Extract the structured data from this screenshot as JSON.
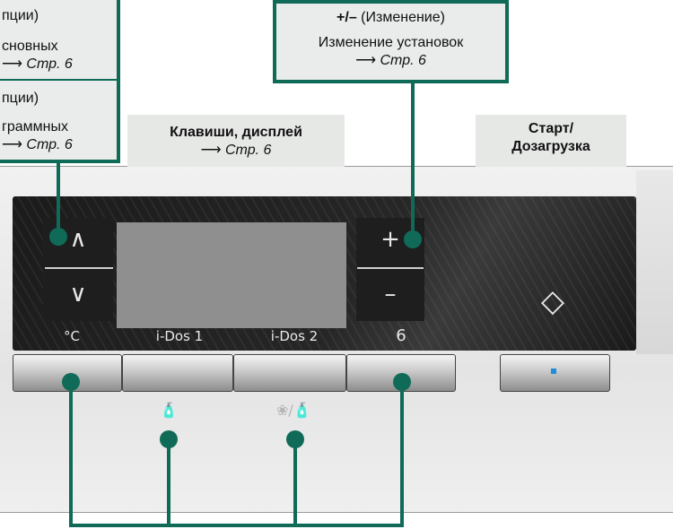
{
  "callout_left": {
    "line1": "пции)",
    "line2": "сновных",
    "line3_arrow": "⟶ ",
    "line3_ref": "Стр. 6",
    "line4": "пции)",
    "line5": "граммных",
    "line6_arrow": "⟶ ",
    "line6_ref": "Стр. 6"
  },
  "callout_right": {
    "title_bold": "+/–",
    "title_rest": " (Изменение)",
    "line2": "Изменение установок",
    "line3_arrow": "⟶ ",
    "line3_ref": "Стр. 6"
  },
  "label_keys": {
    "title": "Клавиши, дисплей",
    "arrow": "⟶ ",
    "ref": "Стр. 6"
  },
  "label_start": {
    "line1": "Старт/",
    "line2": "Дозагрузка"
  },
  "panel": {
    "up_symbol": "∧",
    "down_symbol": "∨",
    "plus_symbol": "+",
    "minus_symbol": "–",
    "start_symbol": "◇",
    "labels": [
      "°C",
      "i-Dos 1",
      "i-Dos 2",
      "6"
    ],
    "icon_idos1": "🧴",
    "icon_idos2": "❀/🧴"
  },
  "colors": {
    "accent": "#0f6b57",
    "indicator": "#1a8fe0"
  }
}
